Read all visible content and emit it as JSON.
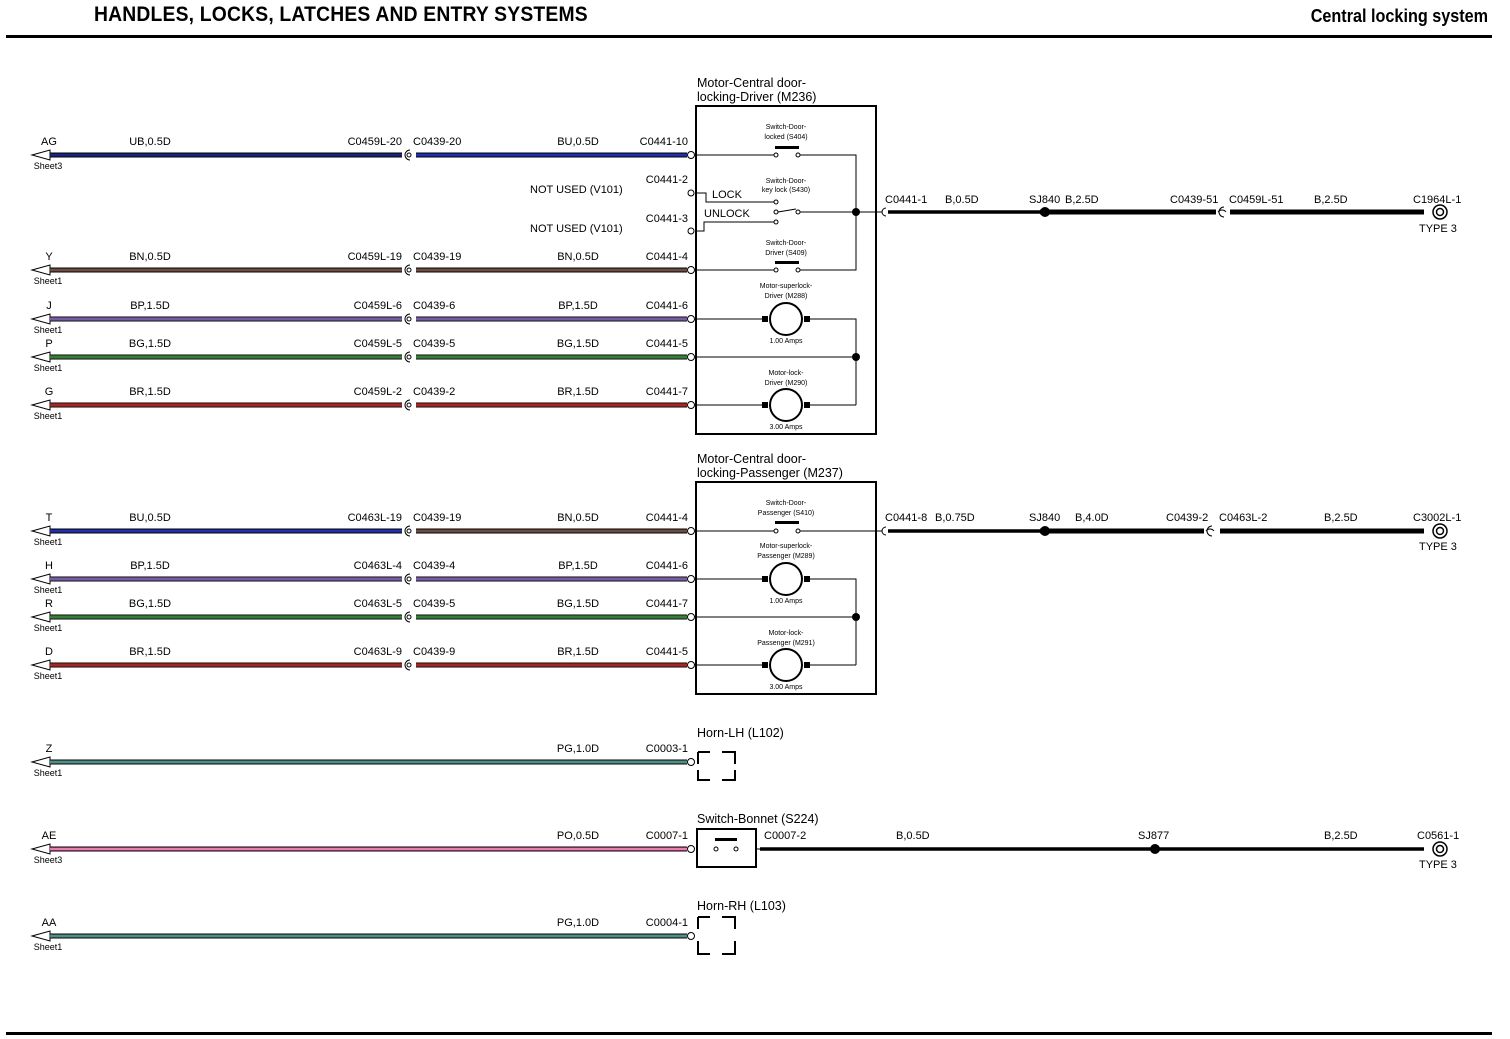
{
  "header": {
    "section_title": "HANDLES, LOCKS, LATCHES AND ENTRY SYSTEMS",
    "page_title": "Central locking system"
  },
  "colors": {
    "UB": "#1a237e",
    "BU": "#1f2fb0",
    "BN": "#6d4c41",
    "BP": "#9575cd",
    "BG": "#43a047",
    "BR": "#d32f2f",
    "PG": "#4e8f86",
    "PO": "#e05aa0",
    "B": "#000000",
    "PG2": "#388e3c"
  },
  "wires": [
    {
      "id": "ag",
      "src_label": "AG",
      "sheet": "Sheet3",
      "left_code": "UB,0.5D",
      "c1": "C0459L-20",
      "c2": "C0439-20",
      "right_code": "BU,0.5D",
      "pin": "C0441-10"
    },
    {
      "id": "y",
      "src_label": "Y",
      "sheet": "Sheet1",
      "left_code": "BN,0.5D",
      "c1": "C0459L-19",
      "c2": "C0439-19",
      "right_code": "BN,0.5D",
      "pin": "C0441-4"
    },
    {
      "id": "j",
      "src_label": "J",
      "sheet": "Sheet1",
      "left_code": "BP,1.5D",
      "c1": "C0459L-6",
      "c2": "C0439-6",
      "right_code": "BP,1.5D",
      "pin": "C0441-6"
    },
    {
      "id": "p",
      "src_label": "P",
      "sheet": "Sheet1",
      "left_code": "BG,1.5D",
      "c1": "C0459L-5",
      "c2": "C0439-5",
      "right_code": "BG,1.5D",
      "pin": "C0441-5"
    },
    {
      "id": "g",
      "src_label": "G",
      "sheet": "Sheet1",
      "left_code": "BR,1.5D",
      "c1": "C0459L-2",
      "c2": "C0439-2",
      "right_code": "BR,1.5D",
      "pin": "C0441-7"
    },
    {
      "id": "t",
      "src_label": "T",
      "sheet": "Sheet1",
      "left_code": "BU,0.5D",
      "c1": "C0463L-19",
      "c2": "C0439-19",
      "right_code": "BN,0.5D",
      "pin": "C0441-4"
    },
    {
      "id": "h",
      "src_label": "H",
      "sheet": "Sheet1",
      "left_code": "BP,1.5D",
      "c1": "C0463L-4",
      "c2": "C0439-4",
      "right_code": "BP,1.5D",
      "pin": "C0441-6"
    },
    {
      "id": "r",
      "src_label": "R",
      "sheet": "Sheet1",
      "left_code": "BG,1.5D",
      "c1": "C0463L-5",
      "c2": "C0439-5",
      "right_code": "BG,1.5D",
      "pin": "C0441-7"
    },
    {
      "id": "d",
      "src_label": "D",
      "sheet": "Sheet1",
      "left_code": "BR,1.5D",
      "c1": "C0463L-9",
      "c2": "C0439-9",
      "right_code": "BR,1.5D",
      "pin": "C0441-5"
    },
    {
      "id": "z",
      "src_label": "Z",
      "sheet": "Sheet1",
      "right_code": "PG,1.0D",
      "pin": "C0003-1"
    },
    {
      "id": "ae",
      "src_label": "AE",
      "sheet": "Sheet3",
      "right_code": "PO,0.5D",
      "pin": "C0007-1"
    },
    {
      "id": "aa",
      "src_label": "AA",
      "sheet": "Sheet1",
      "right_code": "PG,1.0D",
      "pin": "C0004-1"
    }
  ],
  "unused_pins": [
    {
      "label": "NOT USED (V101)",
      "pin": "C0441-2"
    },
    {
      "label": "NOT USED (V101)",
      "pin": "C0441-3"
    }
  ],
  "driver_module": {
    "title_line1": "Motor-Central door-",
    "title_line2": "locking-Driver (M236)",
    "sw_locked_1": "Switch-Door-",
    "sw_locked_2": "locked (S404)",
    "sw_key_1": "Switch-Door-",
    "sw_key_2": "key lock (S430)",
    "lock": "LOCK",
    "unlock": "UNLOCK",
    "sw_driver_1": "Switch-Door-",
    "sw_driver_2": "Driver (S409)",
    "superlock_1": "Motor-superlock-",
    "superlock_2": "Driver (M288)",
    "superlock_amps": "1.00 Amps",
    "lock_1": "Motor-lock-",
    "lock_2": "Driver (M290)",
    "lock_amps": "3.00 Amps"
  },
  "passenger_module": {
    "title_line1": "Motor-Central door-",
    "title_line2": "locking-Passenger (M237)",
    "sw_pass_1": "Switch-Door-",
    "sw_pass_2": "Passenger (S410)",
    "superlock_1": "Motor-superlock-",
    "superlock_2": "Passenger (M289)",
    "superlock_amps": "1.00 Amps",
    "lock_1": "Motor-lock-",
    "lock_2": "Passenger (M291)",
    "lock_amps": "3.00 Amps"
  },
  "ground_driver": {
    "pin": "C0441-1",
    "code1": "B,0.5D",
    "splice": "SJ840",
    "code2": "B,2.5D",
    "c1": "C0439-51",
    "c2": "C0459L-51",
    "code3": "B,2.5D",
    "gnd": "C1964L-1",
    "type": "TYPE 3"
  },
  "ground_passenger": {
    "pin": "C0441-8",
    "code1": "B,0.75D",
    "splice": "SJ840",
    "code2": "B,4.0D",
    "c1": "C0439-2",
    "c2": "C0463L-2",
    "code3": "B,2.5D",
    "gnd": "C3002L-1",
    "type": "TYPE 3"
  },
  "ground_bonnet": {
    "pin": "C0007-2",
    "code1": "B,0.5D",
    "splice": "SJ877",
    "code3": "B,2.5D",
    "gnd": "C0561-1",
    "type": "TYPE 3"
  },
  "horn_lh": {
    "title": "Horn-LH (L102)"
  },
  "horn_rh": {
    "title": "Horn-RH (L103)"
  },
  "switch_bonnet": {
    "title": "Switch-Bonnet (S224)"
  }
}
